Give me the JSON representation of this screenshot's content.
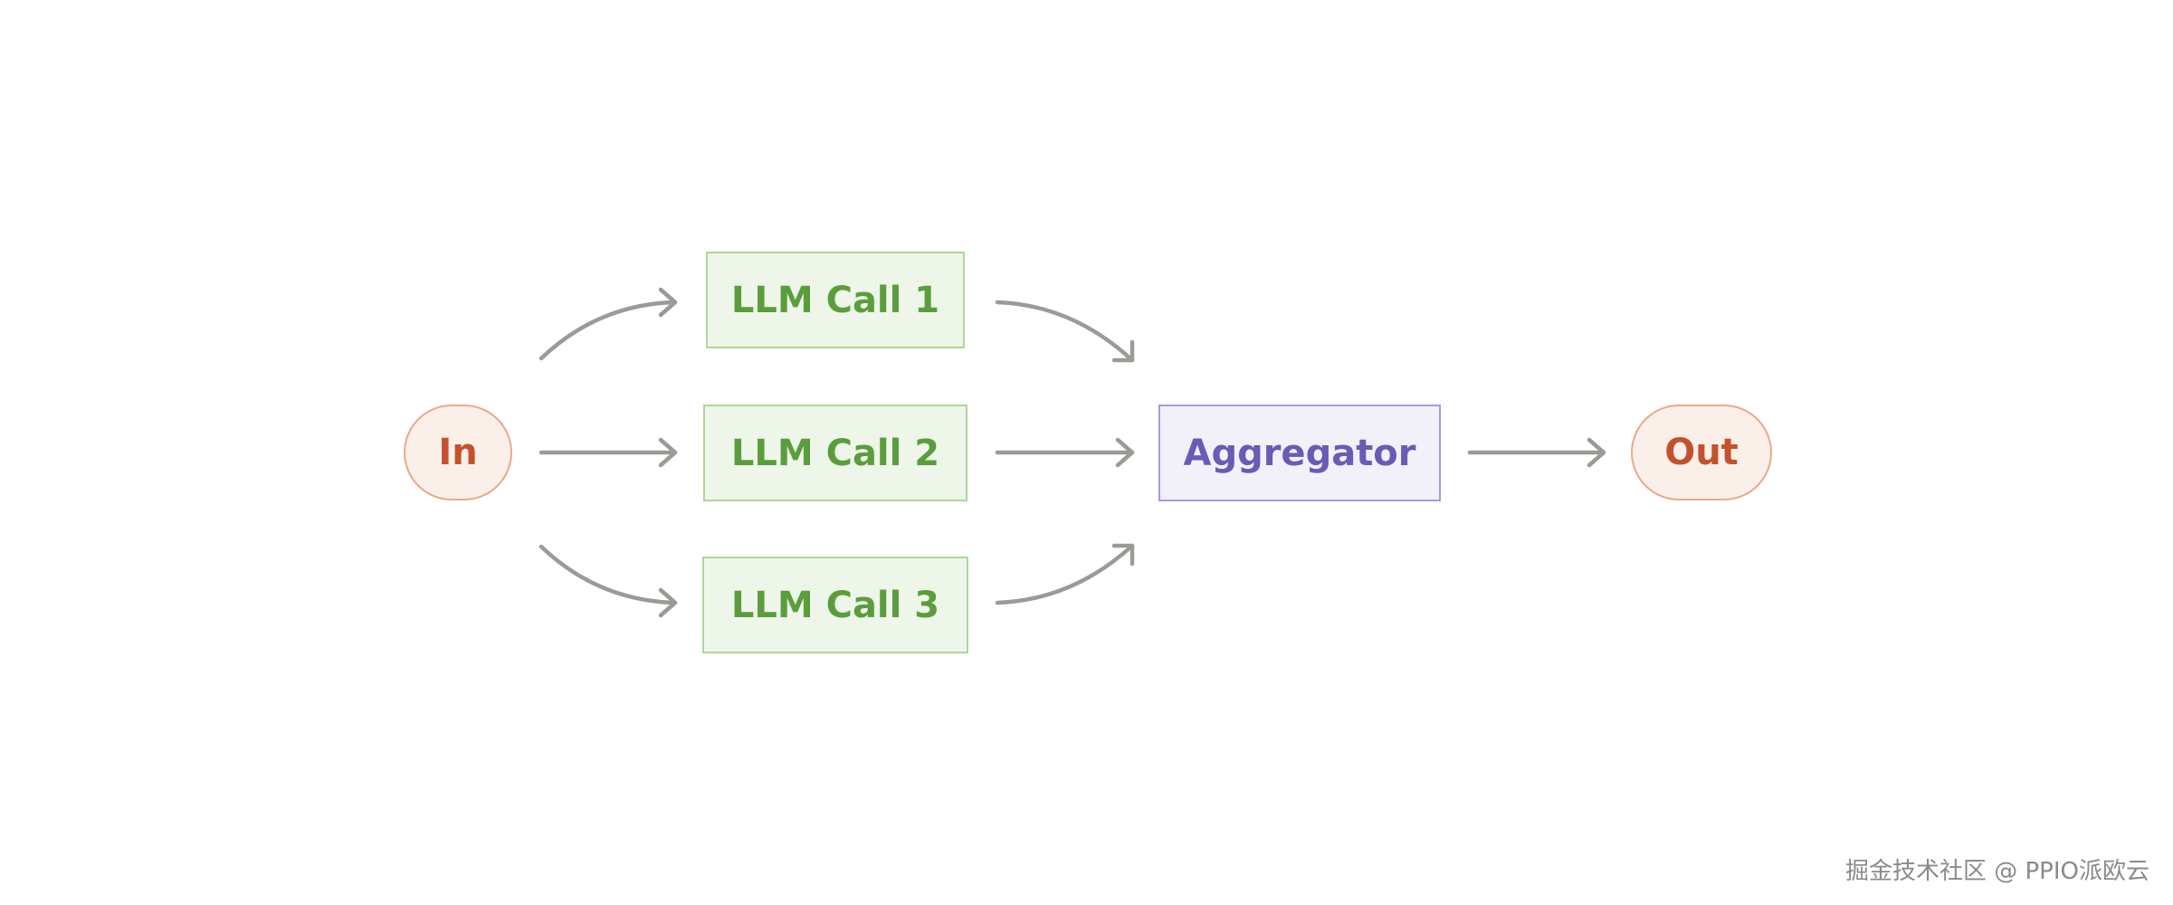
{
  "nodes": {
    "input": "In",
    "llm_call_1": "LLM Call 1",
    "llm_call_2": "LLM Call 2",
    "llm_call_3": "LLM Call 3",
    "aggregator": "Aggregator",
    "output": "Out"
  },
  "watermark": "掘金技术社区 @ PPIO派欧云",
  "colors": {
    "terminal_fill": "#fbefea",
    "terminal_border": "#e9a98b",
    "terminal_text": "#c2522d",
    "llm_fill": "#eef6e9",
    "llm_border": "#aed69a",
    "llm_text": "#5b9d3d",
    "aggregator_fill": "#f2f1fa",
    "aggregator_border": "#a59bd8",
    "aggregator_text": "#6a5bb3",
    "arrow": "#9a9a96"
  },
  "edges": [
    {
      "from": "In",
      "to": "LLM Call 1"
    },
    {
      "from": "In",
      "to": "LLM Call 2"
    },
    {
      "from": "In",
      "to": "LLM Call 3"
    },
    {
      "from": "LLM Call 1",
      "to": "Aggregator"
    },
    {
      "from": "LLM Call 2",
      "to": "Aggregator"
    },
    {
      "from": "LLM Call 3",
      "to": "Aggregator"
    },
    {
      "from": "Aggregator",
      "to": "Out"
    }
  ]
}
